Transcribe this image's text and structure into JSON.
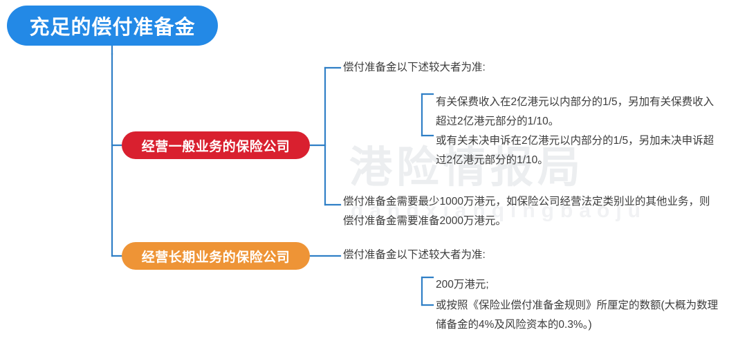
{
  "diagram": {
    "type": "mind-map",
    "root": {
      "label": "充足的偿付准备金",
      "color": "#2389e6"
    },
    "branches": [
      {
        "label": "经营一般业务的保险公司",
        "color": "#d9202f",
        "children": [
          {
            "text": "偿付准备金以下述较大者为准:",
            "children": [
              {
                "text": "有关保费收入在2亿港元以内部分的1/5，另加有关保费收入\n超过2亿港元部分的1/10。"
              },
              {
                "text": "或有关未决申诉在2亿港元以内部分的1/5，另加未决申诉超\n过2亿港元部分的1/10。"
              }
            ]
          },
          {
            "text": "偿付准备金需要最少1000万港元，如保险公司经营法定类别业的其他业务，则\n偿付准备金需要准备2000万港元。",
            "children": []
          }
        ]
      },
      {
        "label": "经营长期业务的保险公司",
        "color": "#ee9436",
        "children": [
          {
            "text": "偿付准备金以下述较大者为准:",
            "children": [
              {
                "text": "200万港元;"
              },
              {
                "text": "或按照《保险业偿付准备金规则》所厘定的数额(大概为数理\n储备金的4%及风险资本的0.3%。)"
              }
            ]
          }
        ]
      }
    ]
  },
  "watermark": {
    "chinese": "港险情报局",
    "pinyin": "gangxianqingbaoju",
    "color": "#eceef0"
  },
  "colors": {
    "connector": "#2f7fc6",
    "root": "#2389e6",
    "branch_general": "#d9202f",
    "branch_longterm": "#ee9436",
    "text": "#3c3c3c",
    "background": "#ffffff"
  }
}
